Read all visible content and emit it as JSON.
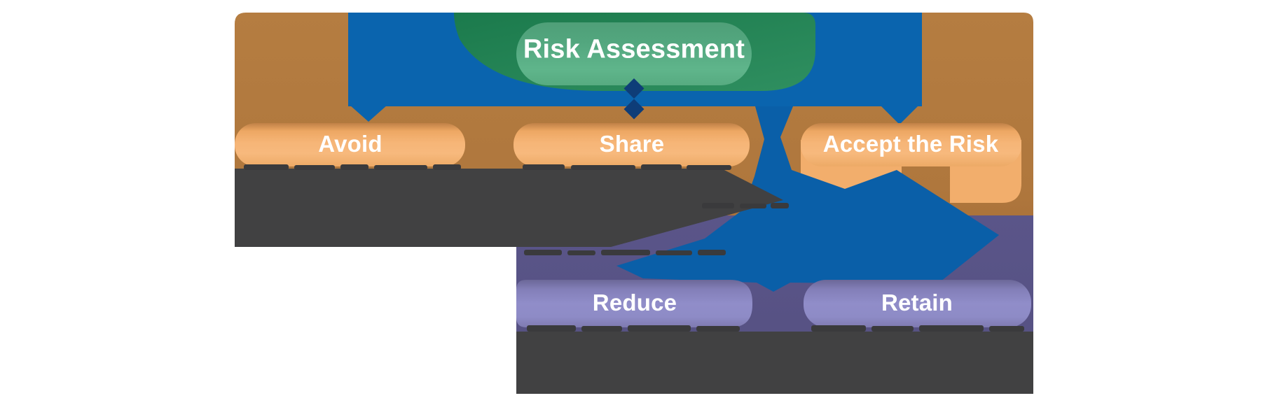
{
  "labels": {
    "risk_assessment": "Risk Assessment",
    "avoid": "Avoid",
    "share": "Share",
    "accept": "Accept the Risk",
    "reduce": "Reduce",
    "retain": "Retain"
  },
  "text_blocks": [
    {
      "position": "below-avoid",
      "legible": false
    },
    {
      "position": "below-share",
      "legible": false
    },
    {
      "position": "below-accept",
      "legible": false
    },
    {
      "position": "below-reduce",
      "legible": false
    },
    {
      "position": "below-retain",
      "legible": false
    }
  ],
  "colors": {
    "brown_background": "#b0783e",
    "blue_band": "#0a64ae",
    "blue_connector": "#0a5fa8",
    "green_dark": "#1d7b4d",
    "green_light": "#55aa80",
    "orange_pill": "#f5b476",
    "purple_pill": "#8d8ac6",
    "slate_background": "#5a5589",
    "gray_block": "#414142",
    "diamond_navy": "#0e3d78",
    "label_text": "#ffffff"
  }
}
